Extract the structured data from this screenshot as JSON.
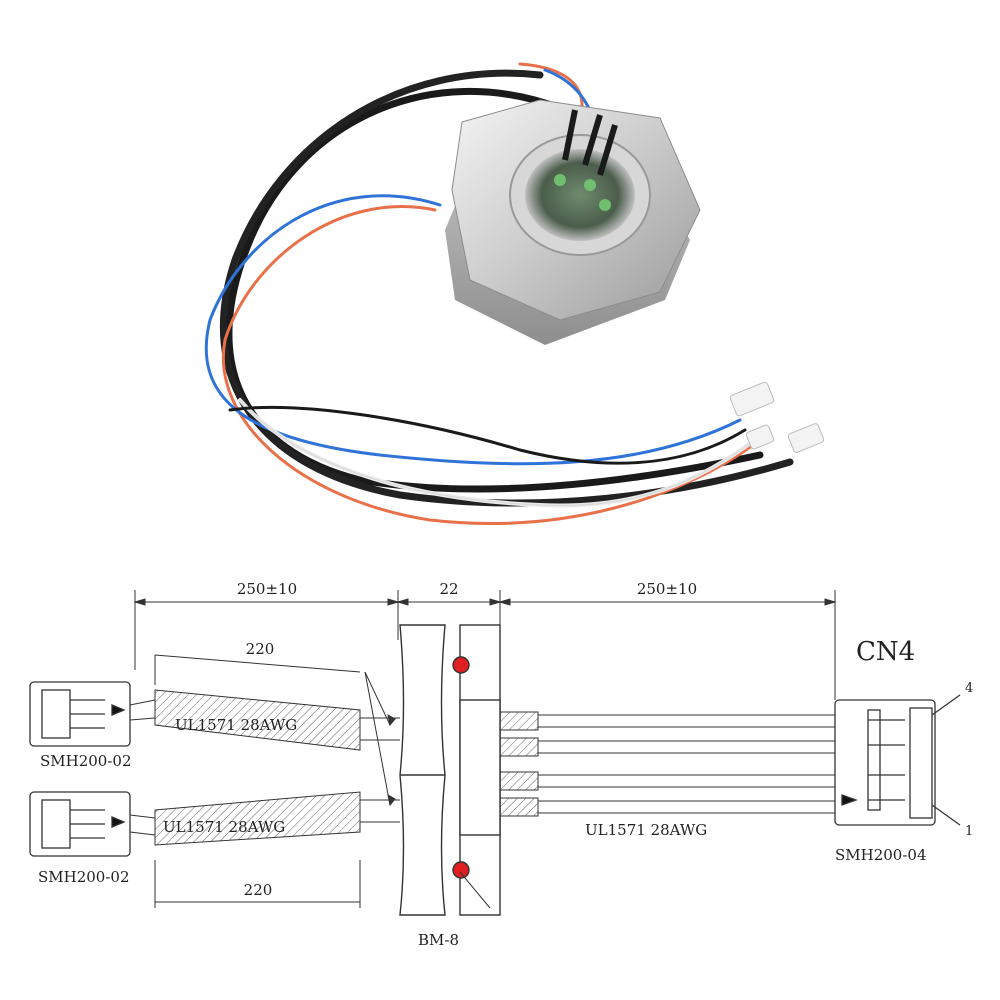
{
  "drawing": {
    "dims": {
      "left_length": "250±10",
      "center_width": "22",
      "right_length": "250±10",
      "branch_top": "220",
      "branch_bottom": "220"
    },
    "labels": {
      "cn4": "CN4",
      "conn_left_top": "SMH200-02",
      "conn_left_bottom": "SMH200-02",
      "conn_right": "SMH200-04",
      "wire_top": "UL1571 28AWG",
      "wire_bottom": "UL1571 28AWG",
      "wire_right": "UL1571 28AWG",
      "nut": "BM-8",
      "pin_4": "4",
      "pin_1": "1"
    },
    "colors": {
      "seal": "#e02020",
      "wire_black": "#1a1a1a",
      "wire_blue": "#2f73d8",
      "wire_orange": "#e8714a",
      "wire_white": "#e9e9e9",
      "steel": "#c8c8c8"
    }
  }
}
